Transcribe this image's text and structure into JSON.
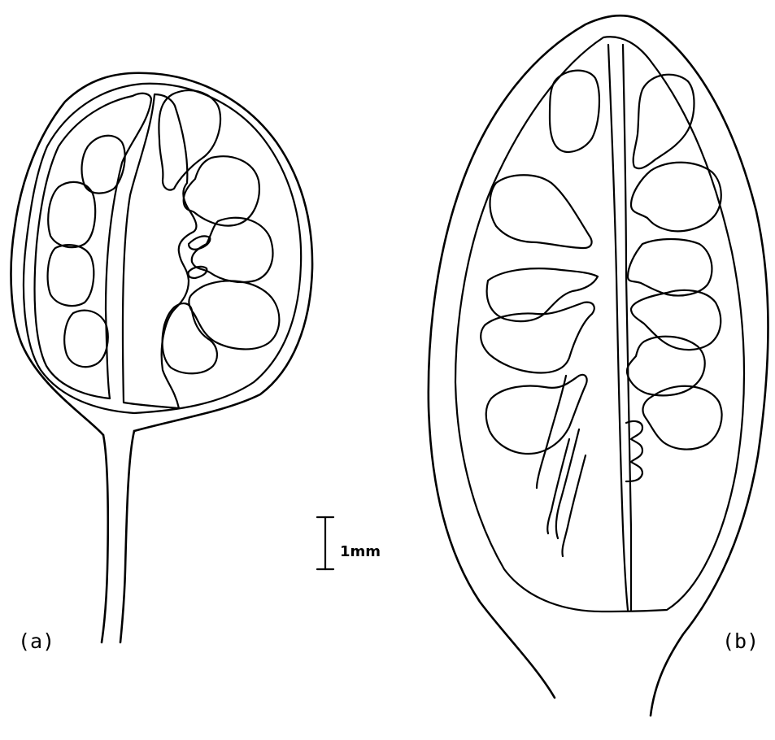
{
  "figure": {
    "panel_a_label": "(a)",
    "panel_b_label": "(b)",
    "scale_bar_label": "1mm"
  },
  "colors": {
    "ink": "#000000",
    "background": "#ffffff"
  }
}
